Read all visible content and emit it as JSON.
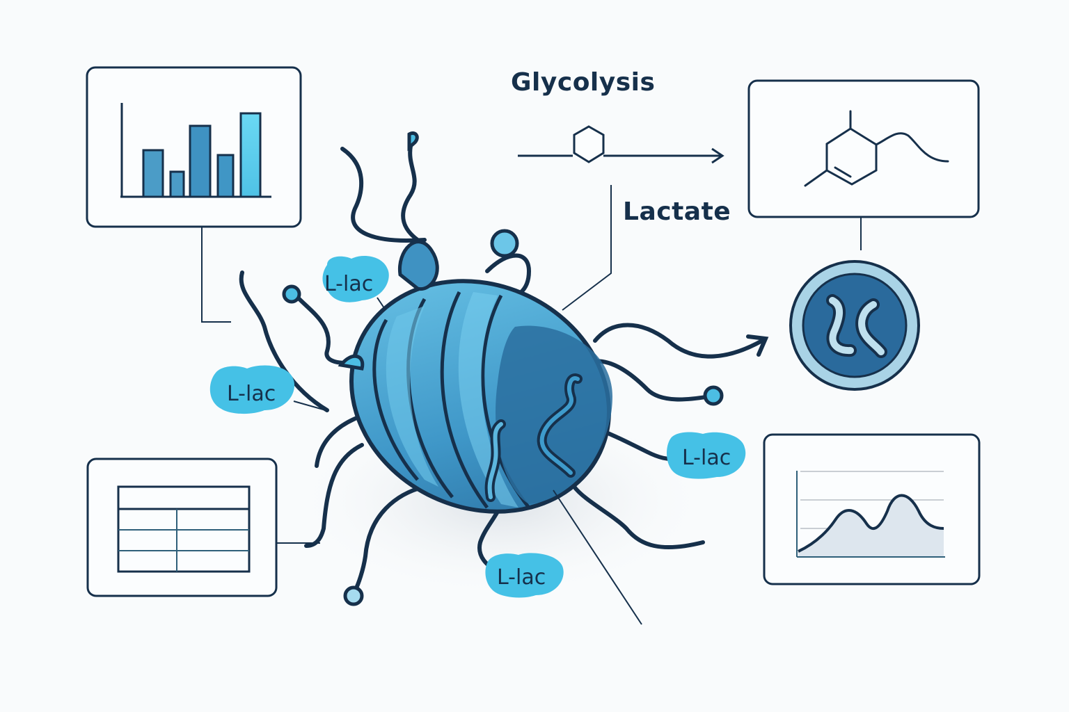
{
  "labels": {
    "glycolysis": "Glycolysis",
    "lactate": "Lactate"
  },
  "pills": [
    {
      "id": "pill-top-left",
      "text": "L-lac"
    },
    {
      "id": "pill-left",
      "text": "L-lac"
    },
    {
      "id": "pill-right",
      "text": "L-lac"
    },
    {
      "id": "pill-bottom",
      "text": "L-lac"
    }
  ],
  "colors": {
    "outline": "#16304b",
    "bacterium_light": "#5ab6dc",
    "bacterium_mid": "#3a8fc2",
    "bacterium_dark": "#2a6f9f",
    "pill_fill": "#45c1e6",
    "panel_fill": "#fbfdfe",
    "area_fill": "#dfe7ee",
    "gridline": "#c9ced3"
  },
  "panels": {
    "bar_chart": {
      "bars": 5,
      "relative_heights": [
        0.46,
        0.23,
        0.65,
        0.4,
        0.8
      ]
    },
    "molecule": {
      "ring": "cyclohexene",
      "substituents": [
        "methyl-top",
        "methyl-left",
        "propyl-chain-right"
      ]
    },
    "table": {
      "rows": 4,
      "cols": 2
    },
    "area_chart": {
      "peaks": 2,
      "gridlines": 3
    },
    "cell_icon": {
      "rods": 2
    }
  }
}
